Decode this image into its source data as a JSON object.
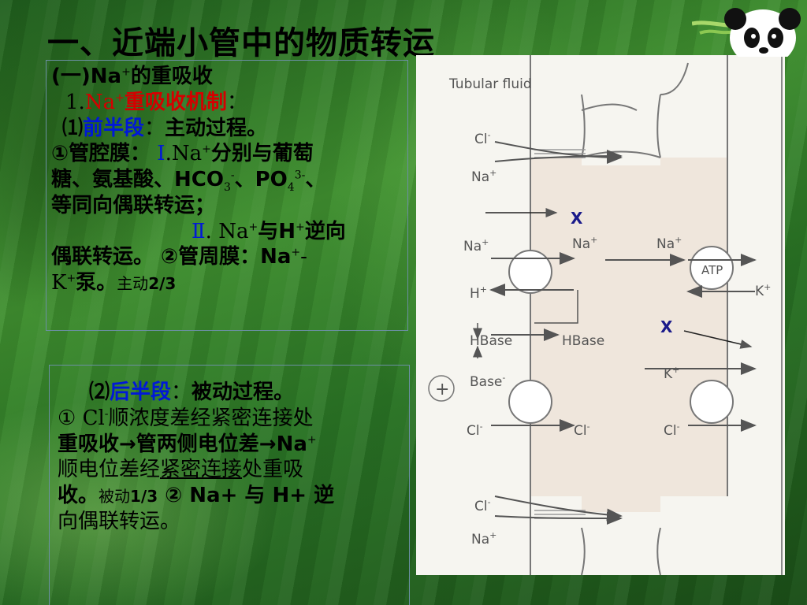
{
  "slide": {
    "title": "一、近端小管中的物质转运",
    "box1": {
      "heading_pre": "(一)Na",
      "heading_sup": "+",
      "heading_post": "的重吸收",
      "sub_num": "1.",
      "sub_na": "Na",
      "sub_na_sup": "+",
      "sub_title": "重吸收机制",
      "sub_colon": "：",
      "p1_num": "⑴",
      "p1_label": "前半段",
      "p1_colon": "：",
      "p1_text": "主动过程。",
      "l1_a": "①管腔膜：",
      "l1_roman": "Ⅰ",
      "l1_b": ".Na",
      "l1_sup": "+",
      "l1_c": "分别与葡萄",
      "l2_a": "糖、氨基酸、HCO",
      "l2_sub1": "3",
      "l2_sup1": "-",
      "l2_b": "、PO",
      "l2_sub2": "4",
      "l2_sup2": "3-",
      "l2_c": "、",
      "l3": "等同向偶联转运；",
      "l4_roman": "Ⅱ",
      "l4_a": ". Na",
      "l4_sup1": "+",
      "l4_b": "与H",
      "l4_sup2": "+",
      "l4_c": "逆向",
      "l5_a": "偶联转运。 ②管周膜：Na",
      "l5_sup": "+",
      "l5_b": "-",
      "l6_a": "K",
      "l6_sup": "+",
      "l6_b": "泵。",
      "l6_small": "主动",
      "l6_frac": "2/3"
    },
    "box2": {
      "p_num": "⑵",
      "p_label": "后半段",
      "p_colon": "：",
      "p_text": "被动过程。",
      "t1_a": "① Cl",
      "t1_sup": "-",
      "t1_b": "顺浓度差经紧密连接处",
      "t2_a": "重吸收→管两侧电位差→Na",
      "t2_sup": "+",
      "t3_a": "顺电位差经",
      "t3_ul": "紧密连接",
      "t3_b": "处重吸",
      "t4_a": "收。",
      "t4_small": "被动",
      "t4_frac": "1/3",
      "t4_b": "  ②  Na+ 与 H+ 逆",
      "t5": "向偶联转运。"
    }
  },
  "diagram": {
    "tubular_fluid": "Tubular fluid",
    "cl": "Cl",
    "na": "Na",
    "h": "H",
    "k": "K",
    "minus": "-",
    "plus": "+",
    "hbase": "HBase",
    "base": "Base",
    "atp": "ATP",
    "x_mark": "X",
    "plus_circle": "+"
  },
  "colors": {
    "title": "#000000",
    "label_red": "#d40000",
    "label_blue": "#0018d8",
    "x_mark": "#1a1a8a",
    "background": "#2f7a28"
  }
}
